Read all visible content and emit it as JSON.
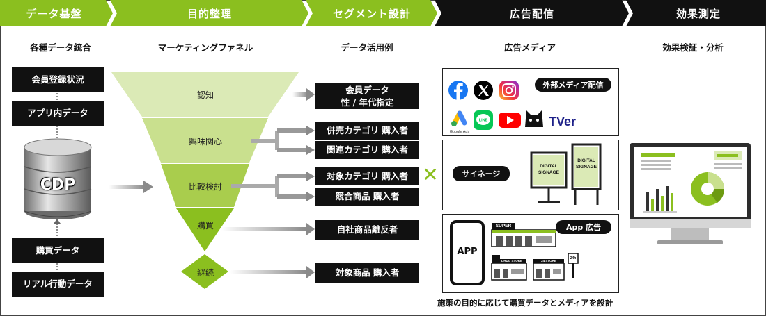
{
  "stages": [
    "データ基盤",
    "目的整理",
    "セグメント設計",
    "広告配信",
    "効果測定"
  ],
  "column_headers": [
    "各種データ統合",
    "マーケティングファネル",
    "データ活用例",
    "広告メディア",
    "効果検証・分析"
  ],
  "data_sources_top": [
    "会員登録状況",
    "アプリ内データ"
  ],
  "cdp_label": "CDP",
  "data_sources_bottom": [
    "購買データ",
    "リアル行動データ"
  ],
  "funnel_stages": [
    "認知",
    "興味関心",
    "比較検討",
    "購買",
    "継続"
  ],
  "segments": [
    {
      "line1": "会員データ",
      "line2": "性 / 年代指定"
    },
    {
      "line1": "併売カテゴリ 購入者"
    },
    {
      "line1": "関連カテゴリ 購入者"
    },
    {
      "line1": "対象カテゴリ 購入者"
    },
    {
      "line1": "競合商品 購入者"
    },
    {
      "line1": "自社商品離反者"
    },
    {
      "line1": "対象商品 購入者"
    }
  ],
  "media": {
    "external_label": "外部メディア配信",
    "google_ads_caption": "Google Ads",
    "line_text": "LINE",
    "abema_text": "ABEMA",
    "tver_text": "TVer",
    "signage_label": "サイネージ",
    "signage_text": "DIGITAL SIGNAGE",
    "app_ads_label": "App 広告",
    "app_text": "APP",
    "store_super": "SUPER",
    "store_drug": "DRUG STORE",
    "store_24": "24 STORE",
    "store_24h": "24h"
  },
  "cross_mark": "✕",
  "caption": "施策の目的に応じて購買データとメディアを設計",
  "colors": {
    "accent": "#8bbf1f",
    "light": "#dbeab6",
    "dark": "#111111"
  }
}
